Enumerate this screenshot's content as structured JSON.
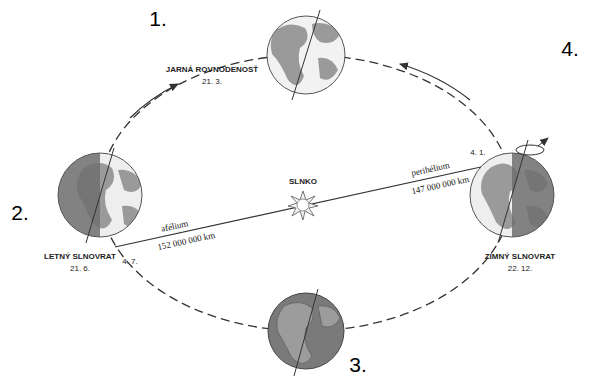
{
  "diagram": {
    "labels": [
      "1.",
      "JARNÁ ROVNODENOSŤ",
      "21. 3.",
      "2.",
      "LETNÝ SLNOVRAT",
      "21. 6.",
      "SLNKO",
      "afélium",
      "152 000 000 km",
      "perihélium",
      "147 000 000 km",
      "4. 1.",
      "4. 7.",
      "ZIMNÝ SLNOVRAT",
      "22. 12.",
      "3.",
      "4."
    ]
  }
}
